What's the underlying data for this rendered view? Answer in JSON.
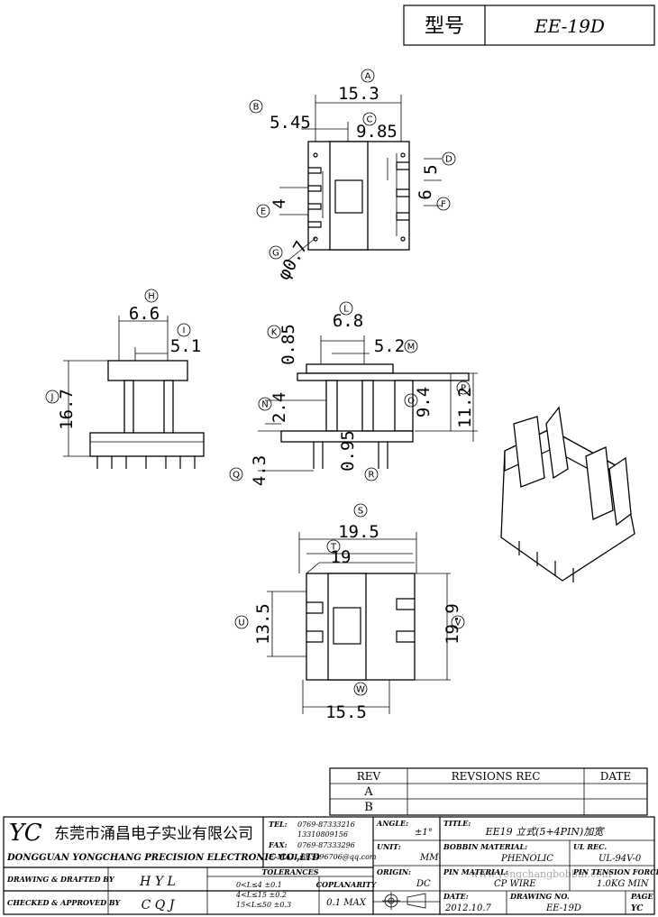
{
  "header": {
    "label": "型号",
    "model": "EE-19D"
  },
  "callouts": [
    {
      "letter": "A",
      "value": "15.3"
    },
    {
      "letter": "B",
      "value": "5.45"
    },
    {
      "letter": "C",
      "value": "9.85"
    },
    {
      "letter": "D",
      "value": "5"
    },
    {
      "letter": "E",
      "value": "4"
    },
    {
      "letter": "F",
      "value": "6"
    },
    {
      "letter": "G",
      "value": "φ0.7"
    },
    {
      "letter": "H",
      "value": "6.6"
    },
    {
      "letter": "I",
      "value": "5.1"
    },
    {
      "letter": "J",
      "value": "16.7"
    },
    {
      "letter": "K",
      "value": "0.85"
    },
    {
      "letter": "L",
      "value": "6.8"
    },
    {
      "letter": "M",
      "value": "5.2"
    },
    {
      "letter": "N",
      "value": "2.4"
    },
    {
      "letter": "O",
      "value": "9.4"
    },
    {
      "letter": "P",
      "value": "11.2"
    },
    {
      "letter": "Q",
      "value": "4.3"
    },
    {
      "letter": "R",
      "value": "0.95"
    },
    {
      "letter": "S",
      "value": "19.5"
    },
    {
      "letter": "T",
      "value": "19"
    },
    {
      "letter": "U",
      "value": "13.5"
    },
    {
      "letter": "V",
      "value": "19.9"
    },
    {
      "letter": "W",
      "value": "15.5"
    }
  ],
  "revisions": {
    "col_rev": "REV",
    "col_rec": "REVSIONS REC",
    "col_date": "DATE",
    "rows": [
      "A",
      "B"
    ]
  },
  "company": {
    "logo": "YC",
    "name_cn": "东莞市涌昌电子实业有限公司",
    "name_en": "DONGGUAN YONGCHANG PRECISION ELECTRONIC CO.,LTD",
    "tel_label": "TEL:",
    "tel": "0769-87333216",
    "tel2": "13310809156",
    "fax_label": "FAX:",
    "fax": "0769-87333296",
    "email_label": "E-MAIL:",
    "email": "363496706@qq.com"
  },
  "titleblock": {
    "angle_label": "ANGLE:",
    "angle": "±1°",
    "title_label": "TITLE:",
    "title": "EE19 立式(5+4PIN)加宽",
    "unit_label": "UNIT:",
    "unit": "MM",
    "bobbin_label": "BOBBIN MATERIAL:",
    "bobbin": "PHENOLIC",
    "ul_label": "UL REC.",
    "ul": "UL-94V-0",
    "origin_label": "ORIGIN:",
    "origin": "DC",
    "pin_label": "PIN MATERIAL:",
    "pin": "CP WIRE",
    "tension_label": "PIN TENSION FORCE",
    "tension": "1.0KG MIN",
    "date_label": "DATE:",
    "date": "2012.10.7",
    "drawing_label": "DRAWING NO.",
    "drawing": "EE-19D",
    "page_label": "PAGE",
    "page": "YC",
    "drawn_label": "DRAWING & DRAFTED BY",
    "drawn": "H Y L",
    "checked_label": "CHECKED & APPROVED BY",
    "checked": "C Q J",
    "tol_label": "TOLERANCES",
    "tol1": "0<L≤4    ±0.1",
    "tol2": "4<L≤15  ±0.2",
    "tol3": "15<L≤50  ±0.3",
    "coplanarity_label": "COPLANARITY",
    "coplanarity": "0.1 MAX"
  },
  "watermark": "www.yongchangbobbin.com"
}
